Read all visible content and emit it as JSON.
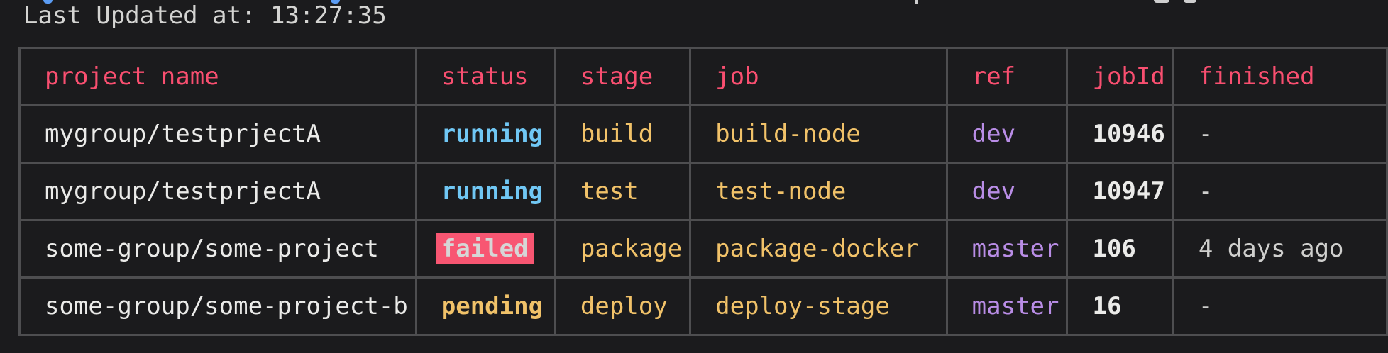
{
  "terminal": {
    "last_updated_line": "Last Updated at: 13:27:35",
    "clipped_top_line": {
      "description": "previous terminal line cut off at top edge; only glyph descender fragments visible",
      "fragment_icons": [
        "blue-descender-dot",
        "blue-descender-dot",
        "gray-descender-bar",
        "gray-descender-mark",
        "gray-descender-mark"
      ]
    }
  },
  "table": {
    "columns": [
      "project name",
      "status",
      "stage",
      "job",
      "ref",
      "jobId",
      "finished"
    ],
    "rows": [
      {
        "project": "mygroup/testprjectA",
        "status": "running",
        "stage": "build",
        "job": "build-node",
        "ref": "dev",
        "jobId": "10946",
        "finished": "-"
      },
      {
        "project": "mygroup/testprjectA",
        "status": "running",
        "stage": "test",
        "job": "test-node",
        "ref": "dev",
        "jobId": "10947",
        "finished": "-"
      },
      {
        "project": "some-group/some-project",
        "status": "failed",
        "stage": "package",
        "job": "package-docker",
        "ref": "master",
        "jobId": "106",
        "finished": "4 days ago"
      },
      {
        "project": "some-group/some-project-b",
        "status": "pending",
        "stage": "deploy",
        "job": "deploy-stage",
        "ref": "master",
        "jobId": "16",
        "finished": "-"
      }
    ]
  },
  "colors": {
    "background": "#1b1b1d",
    "table-border": "#4e4e50",
    "header-text": "#f94f70",
    "text-primary": "#ebebe9",
    "text-muted": "#cfcfcd",
    "status-running": "#70c7f4",
    "status-pending": "#f1c269",
    "status-failed-bg": "#f85672",
    "status-failed-text": "#d6d6d6",
    "stage-job-text": "#f1c269",
    "ref-text": "#b98de6",
    "updated-text": "#d4d4d2",
    "fragment-blue": "#5b9cf3",
    "fragment-gray": "#cfcfcf"
  }
}
